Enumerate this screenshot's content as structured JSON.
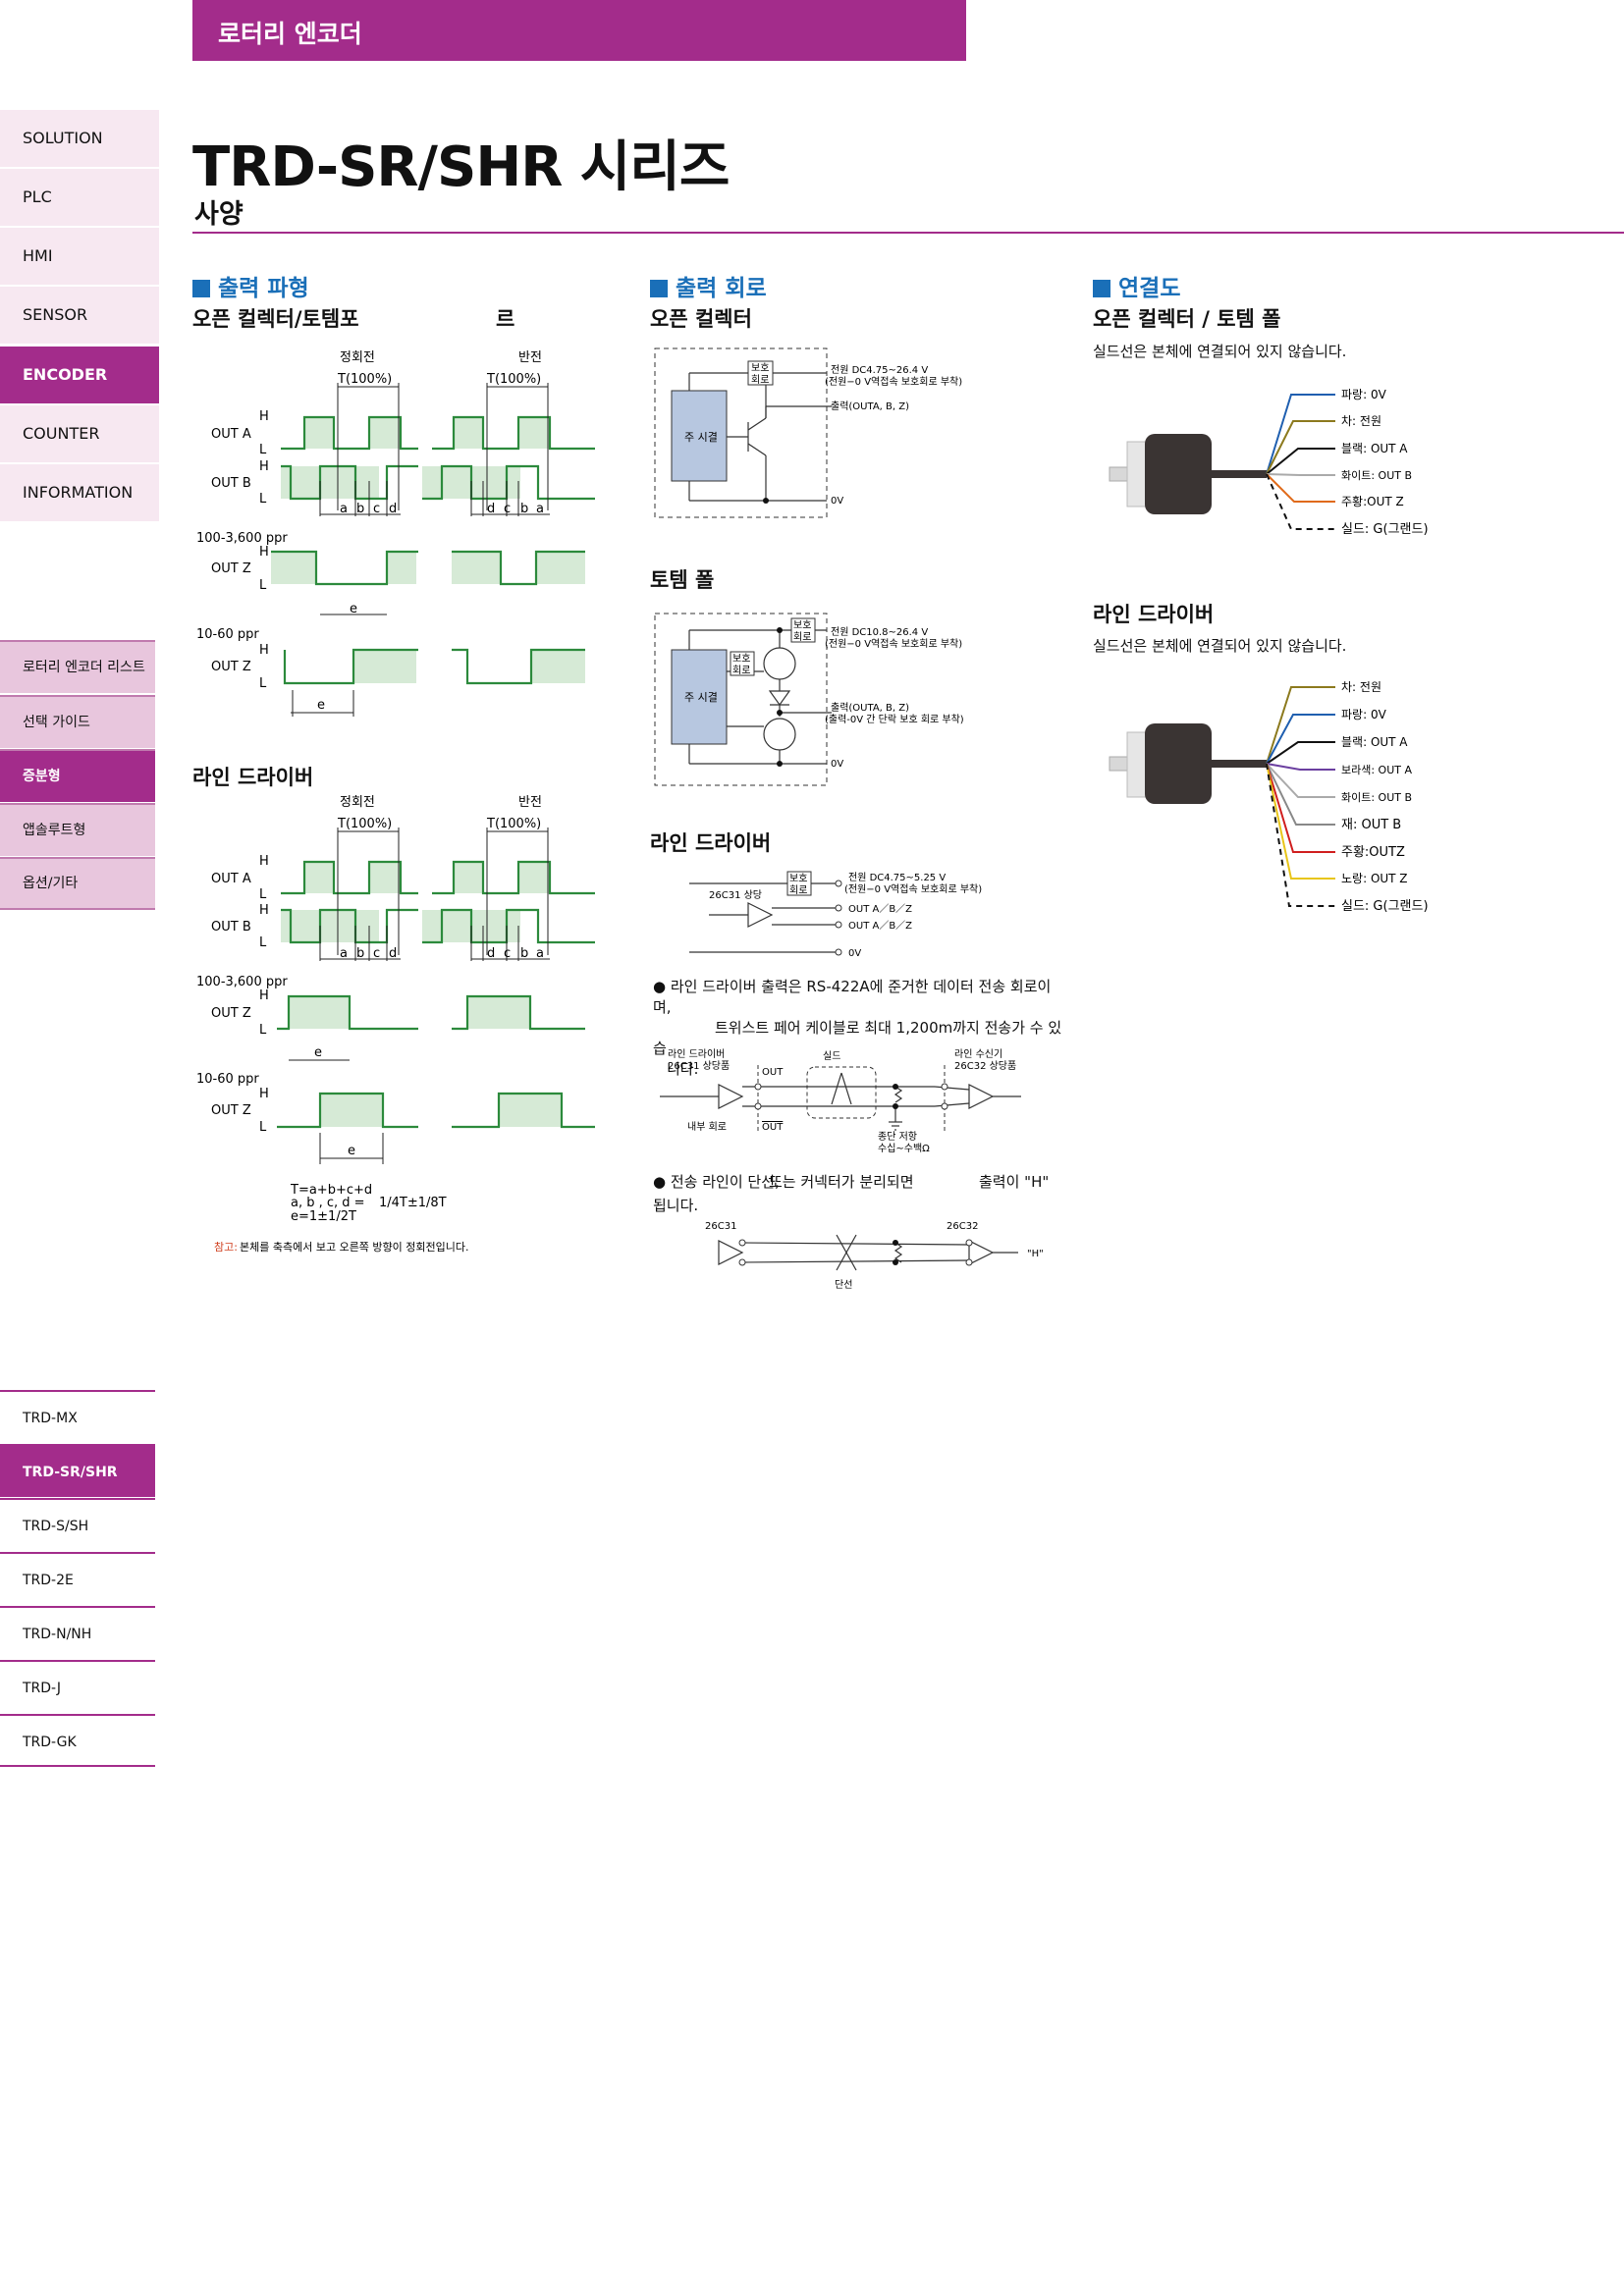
{
  "header": {
    "category": "로터리 엔코더"
  },
  "nav_main": [
    "SOLUTION",
    "PLC",
    "HMI",
    "SENSOR",
    "ENCODER",
    "COUNTER",
    "INFORMATION"
  ],
  "nav_sub": [
    "로터리 엔코더 리스트",
    "선택 가이드",
    "증분형",
    "앱솔루트형",
    "옵션/기타"
  ],
  "nav_models": [
    "TRD-MX",
    "TRD-SR/SHR",
    "TRD-S/SH",
    "TRD-2E",
    "TRD-N/NH",
    "TRD-J",
    "TRD-GK"
  ],
  "page": {
    "title": "TRD-SR/SHR 시리즈",
    "subtitle": "사양"
  },
  "col1": {
    "heading": "출력 파형",
    "sub1": "오픈 컬렉터/토템포",
    "sub1_tail": "르",
    "sub2": "라인 드라이버",
    "forward": "정회전",
    "reverse": "반전",
    "pct": "T(100%)",
    "outa": "OUT A",
    "outb": "OUT B",
    "outz": "OUT Z",
    "h": "H",
    "l": "L",
    "ppr1": "100-3,600 ppr",
    "ppr2": "10-60 ppr",
    "abcd": [
      "a",
      "b",
      "c",
      "d"
    ],
    "dcba": [
      "d",
      "c",
      "b",
      "a"
    ],
    "e": "e",
    "formula1": "T=a+b+c+d",
    "formula2": "a, b  , c, d =",
    "formula2b": "1/4T±1/8T",
    "formula3": "e=1±1/2T",
    "ref_label": "참고:",
    "ref_text": " 본체를 축측에서 보고 오른쪽 방향이 정회전입니다."
  },
  "col2": {
    "heading": "출력 회로",
    "oc_title": "오픈 컬렉터",
    "tp_title": "토템 폴",
    "ld_title": "라인 드라이버",
    "main_circuit": "주 시결",
    "protect": [
      "보호",
      "회로"
    ],
    "oc_power": "전원 DC4.75~26.4 V",
    "oc_power2": "(전원−0 V역접속 보호회로 부착)",
    "oc_output": "출력(OUTA, B, Z)",
    "zero_v": "0V",
    "tp_power": "전원 DC10.8~26.4 V",
    "tp_power2": "(전원−0 V역접속 보호회로 부착)",
    "tp_output": "출력(OUTA, B, Z)",
    "tp_output2": "(출력-0V 간 단락 보호 회로 부착)",
    "ld_chip": "26C31 상당",
    "ld_power": "전원 DC4.75~5.25 V",
    "ld_power2": "(전원−0 V역접속 보호회로 부착)",
    "ld_out1": "OUT A／B／Z",
    "ld_out2": "OUT A／B／Z",
    "note1": "라인 드라이버 출력은 RS-422A에 준거한 데이터 전송 회로이며,",
    "note1b": "트위스트 페어 케이블로 최대 1,200m까지 전송가 수 있습",
    "note1c": "니다.",
    "ld_label": "라인 드라이버",
    "ld_label2": "26C31 상당품",
    "inner": "내부 회로",
    "shield": "실드",
    "rx_label": "라인 수신기",
    "rx_label2": "26C32 상당품",
    "term": "종단 저항",
    "term2": "수십~수백Ω",
    "out": "OUT",
    "note2a": "전송 라인이 단선,",
    "note2b": "또는 커넥터가 분리되면",
    "note2c": "출력이 \"H\"",
    "note2d": "됩니다.",
    "c31": "26C31",
    "c32": "26C32",
    "h_out": "\"H\"",
    "break": "단선"
  },
  "col3": {
    "heading": "연결도",
    "oc_title": "오픈 컬렉터 / 토템 폴",
    "oc_note": "실드선은 본체에 연결되어 있지 않습니다.",
    "oc_wires": [
      "파랑: 0V",
      "차: 전원",
      "블랙: OUT A",
      "화이트: OUT B",
      "주황:OUT Z",
      "실드: G(그랜드)"
    ],
    "ld_title": "라인 드라이버",
    "ld_note": "실드선은 본체에 연결되어 있지 않습니다.",
    "ld_wires": [
      "차: 전원",
      "파랑: 0V",
      "블랙: OUT A",
      "보라색: OUT A",
      "화이트: OUT B",
      "재: OUT B",
      "주황:OUTZ",
      "노랑: OUT Z",
      "실드: G(그랜드)"
    ],
    "colors": {
      "blue": "#1f5fb0",
      "brown": "#8c7a1e",
      "black": "#111111",
      "white": "#aaaaaa",
      "orange": "#e06a1a",
      "purple": "#6b3fa0",
      "gray": "#888888",
      "red": "#d01e1e",
      "yellow": "#e8c51a"
    }
  },
  "colors": {
    "accent": "#a32c8b",
    "heading_blue": "#1a6fb8",
    "wave_green": "#2c8a3c",
    "wave_fill": "#d6ead6",
    "box_blue": "#b7c7e0"
  }
}
